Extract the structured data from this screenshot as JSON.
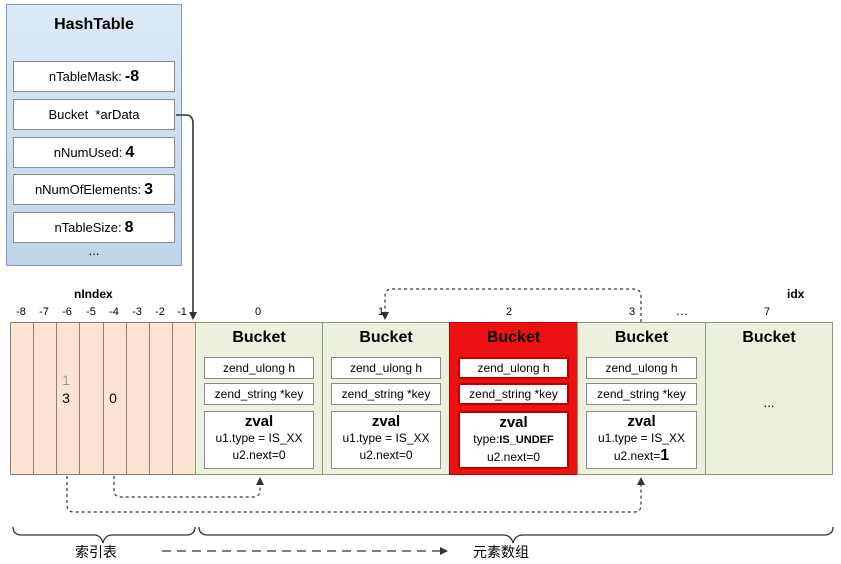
{
  "hashtable": {
    "title": "HashTable",
    "fields": [
      {
        "label": "nTableMask:",
        "value": "-8"
      },
      {
        "label": "Bucket  *arData",
        "value": ""
      },
      {
        "label": "nNumUsed:",
        "value": "4"
      },
      {
        "label": "nNumOfElements:",
        "value": "3"
      },
      {
        "label": "nTableSize:",
        "value": "8"
      }
    ],
    "ellipsis": "..."
  },
  "index": {
    "header": "nIndex",
    "labels": [
      "-8",
      "-7",
      "-6",
      "-5",
      "-4",
      "-3",
      "-2",
      "-1"
    ],
    "cell_values": {
      "old": "1",
      "minus6": "3",
      "minus4": "0"
    }
  },
  "buckets": {
    "header": "idx",
    "labels": [
      "0",
      "1",
      "2",
      "3",
      "…",
      "7"
    ],
    "items": [
      {
        "title": "Bucket",
        "h": "zend_ulong h",
        "key": "zend_string *key",
        "zval": "zval",
        "type": "u1.type = IS_XX",
        "next": "u2.next=0"
      },
      {
        "title": "Bucket",
        "h": "zend_ulong h",
        "key": "zend_string *key",
        "zval": "zval",
        "type": "u1.type = IS_XX",
        "next": "u2.next=0"
      },
      {
        "title": "Bucket",
        "h": "zend_ulong h",
        "key": "zend_string *key",
        "zval": "zval",
        "type_prefix": "type:",
        "type_value": "IS_UNDEF",
        "next": "u2.next=0"
      },
      {
        "title": "Bucket",
        "h": "zend_ulong h",
        "key": "zend_string *key",
        "zval": "zval",
        "type": "u1.type = IS_XX",
        "next_prefix": "u2.next=",
        "next_value": "1"
      },
      {
        "title": "Bucket",
        "ellipsis": "..."
      }
    ]
  },
  "footer": {
    "left": "索引表",
    "right": "元素数组"
  },
  "colors": {
    "panel": "#c6d9ef",
    "index_cell": "#fce3d3",
    "bucket": "#ebf1de",
    "active_bucket": "#ee1111"
  }
}
